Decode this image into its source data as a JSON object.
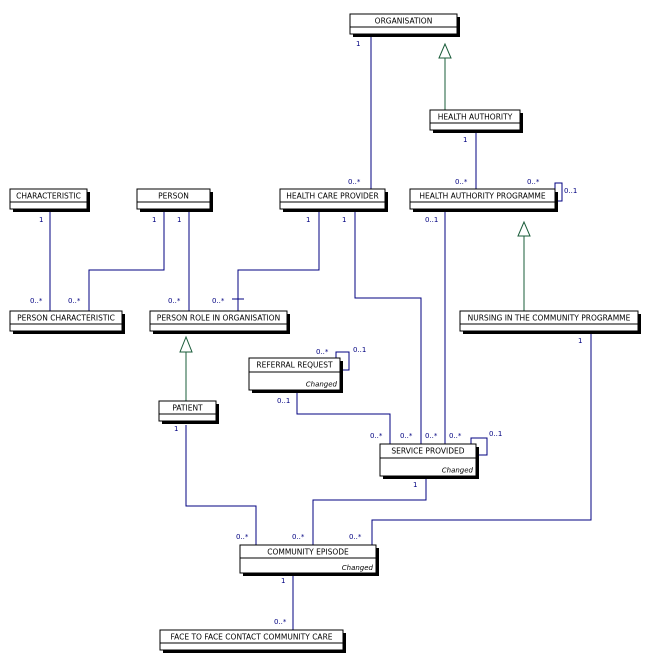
{
  "colors": {
    "line": "#000080",
    "inherit": "#1a5c3a",
    "box": "#000000",
    "shadow": "#000000",
    "fill": "#ffffff"
  },
  "classes": {
    "organisation": {
      "name": "ORGANISATION",
      "stereotype": ""
    },
    "health_authority": {
      "name": "HEALTH AUTHORITY",
      "stereotype": ""
    },
    "characteristic": {
      "name": "CHARACTERISTIC",
      "stereotype": ""
    },
    "person": {
      "name": "PERSON",
      "stereotype": ""
    },
    "health_care_provider": {
      "name": "HEALTH CARE PROVIDER",
      "stereotype": ""
    },
    "health_authority_programme": {
      "name": "HEALTH AUTHORITY PROGRAMME",
      "stereotype": ""
    },
    "person_characteristic": {
      "name": "PERSON CHARACTERISTIC",
      "stereotype": ""
    },
    "person_role_in_organisation": {
      "name": "PERSON ROLE IN ORGANISATION",
      "stereotype": ""
    },
    "nursing_in_community_programme": {
      "name": "NURSING IN THE COMMUNITY PROGRAMME",
      "stereotype": ""
    },
    "referral_request": {
      "name": "REFERRAL REQUEST",
      "stereotype": "Changed"
    },
    "patient": {
      "name": "PATIENT",
      "stereotype": ""
    },
    "service_provided": {
      "name": "SERVICE PROVIDED",
      "stereotype": "Changed"
    },
    "community_episode": {
      "name": "COMMUNITY EPISODE",
      "stereotype": "Changed"
    },
    "face_to_face_contact": {
      "name": "FACE TO FACE CONTACT COMMUNITY CARE",
      "stereotype": ""
    }
  },
  "multiplicities": {
    "org_hcp_1": "1",
    "hcp_org_many": "0..*",
    "ha_hap_1": "1",
    "hap_ha_many": "0..*",
    "hap_self_many": "0..*",
    "hap_self_one": "0..1",
    "char_pc_1": "1",
    "pc_char_many": "0..*",
    "person_pc_1": "1",
    "pc_person_many": "0..*",
    "person_pro_1": "1",
    "pro_person_many": "0..*",
    "hcp_pro_1": "1",
    "pro_hcp_many": "0..*",
    "hcp_sp_1": "1",
    "hap_sp_01": "0..1",
    "rr_self_many": "0..*",
    "rr_self_one": "0..1",
    "rr_sp_01": "0..1",
    "sp_rr_many": "0..*",
    "sp_hcp_many": "0..*",
    "sp_hap_many": "0..*",
    "sp_self_many": "0..*",
    "sp_self_one": "0..1",
    "nicp_ce_1": "1",
    "patient_ce_1": "1",
    "sp_ce_1": "1",
    "ce_patient_many": "0..*",
    "ce_sp_many": "0..*",
    "ce_nicp_many": "0..*",
    "ce_f2f_1": "1",
    "f2f_ce_many": "0..*"
  }
}
